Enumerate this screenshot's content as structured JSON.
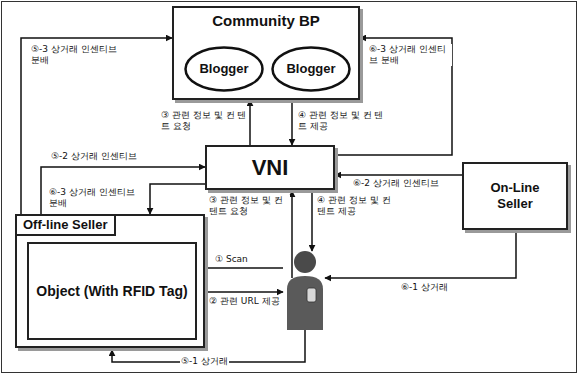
{
  "diagram": {
    "nodes": [
      {
        "text": [
          "Community BP"
        ]
      },
      {
        "text": [
          "Blogger"
        ],
        "in": 0
      },
      {
        "text": [
          "Blogger"
        ],
        "in": 0
      },
      {
        "text": [
          "VNI"
        ]
      },
      {
        "text": [
          "Off-line Seller"
        ]
      },
      {
        "text": [
          "Object (With RFID Tag)"
        ],
        "in": 4
      },
      {
        "text": [
          "On-Line Seller"
        ]
      }
    ],
    "edges": [
      {
        "from": 3,
        "to": 0,
        "arrow": "to",
        "label": "③ 관련 정보 및 컨 텐트 요청"
      },
      {
        "from": 0,
        "to": 3,
        "arrow": "to",
        "label": "④ 관련 정보 및 컨 텐트 제공"
      },
      {
        "from": 4,
        "to": 0,
        "arrow": "to",
        "label": "⑤-3 상거래 인센티브 분배"
      },
      {
        "from": 4,
        "to": 3,
        "arrow": "to",
        "label": "⑤-2 상거래 인센티브"
      },
      {
        "from": 3,
        "to": 4,
        "arrow": "to",
        "label": "⑥-3 상거래 인센티브 분배"
      },
      {
        "from": 6,
        "to": 3,
        "arrow": "to",
        "label": "⑥-2 상거래 인센티브"
      },
      {
        "from": 3,
        "to": 0,
        "arrow": "to",
        "label": "⑥-3 상거래 인센티브 분배"
      }
    ],
    "labels": [
      "① Scan",
      "② 관련 URL 제공",
      "③ 관련 정보 및 컨 텐트 요청",
      "④ 관련 정보 및 컨 텐트 제공",
      "⑤-1 상거래",
      "⑥-1 상거래"
    ]
  }
}
